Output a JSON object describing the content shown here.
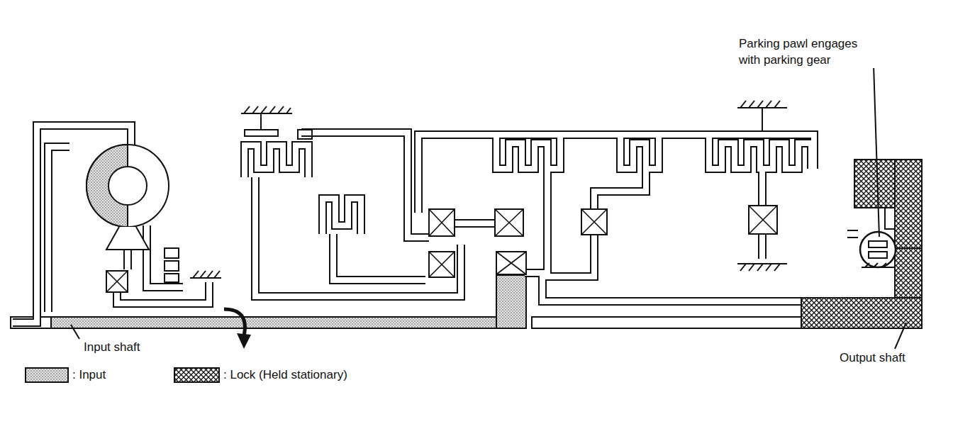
{
  "diagram": {
    "labels": [
      "Parking pawl engages with parking gear",
      "Input shaft",
      "Output shaft"
    ],
    "legend": [
      {
        "text": ": Input"
      },
      {
        "text": ": Lock (Held stationary)"
      }
    ]
  }
}
